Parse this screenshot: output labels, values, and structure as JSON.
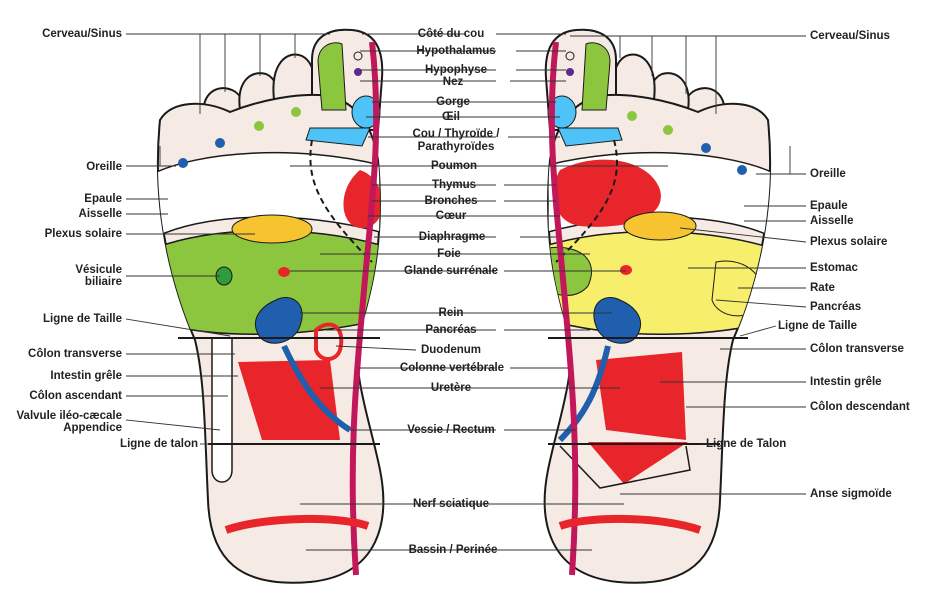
{
  "labels": {
    "left": {
      "cerveau_sinus": "Cerveau/Sinus",
      "oreille": "Oreille",
      "epaule": "Epaule",
      "aisselle": "Aisselle",
      "plexus_solaire": "Plexus solaire",
      "vesicule": "Vésicule",
      "biliaire": "biliaire",
      "ligne_de_taille": "Ligne de Taille",
      "colon_transverse": "Côlon transverse",
      "intestin_grele": "Intestin grêle",
      "colon_ascendant": "Côlon ascendant",
      "valvule": "Valvule iléo-cæcale",
      "appendice": "Appendice",
      "ligne_de_talon": "Ligne de talon"
    },
    "center": {
      "cote_du_cou": "Côté du cou",
      "hypothalamus": "Hypothalamus",
      "hypophyse": "Hypophyse",
      "nez": "Nez",
      "gorge": "Gorge",
      "oeil": "Œil",
      "cou_thyroide": "Cou / Thyroïde /",
      "parathyroides": "Parathyroïdes",
      "poumon": "Poumon",
      "thymus": "Thymus",
      "bronches": "Bronches",
      "coeur": "Cœur",
      "diaphragme": "Diaphragme",
      "foie": "Foie",
      "glande_surrenale": "Glande surrénale",
      "rein": "Rein",
      "pancreas": "Pancréas",
      "duodenum": "Duodenum",
      "colonne": "Colonne vertébrale",
      "uretere": "Uretère",
      "vessie": "Vessie / Rectum",
      "nerf_sciatique": "Nerf sciatique",
      "bassin": "Bassin / Perinée"
    },
    "right": {
      "cerveau_sinus": "Cerveau/Sinus",
      "oreille": "Oreille",
      "epaule": "Epaule",
      "aisselle": "Aisselle",
      "plexus_solaire": "Plexus solaire",
      "estomac": "Estomac",
      "rate": "Rate",
      "pancreas": "Pancréas",
      "ligne_de_taille": "Ligne de Taille",
      "colon_transverse": "Côlon transverse",
      "intestin_grele": "Intestin grêle",
      "colon_descendant": "Côlon descendant",
      "ligne_de_talon": "Ligne de Talon",
      "anse_sigmoide": "Anse sigmoïde"
    }
  },
  "colors": {
    "foot_fill": "#f6ebe4",
    "outline": "#1a1a1a",
    "spine": "#c2185b",
    "kidney": "#1f5fae",
    "red_zone": "#e8252a",
    "green_zone": "#8cc63f",
    "yellow_zone": "#f7ee6b",
    "orange_zone": "#f6c431",
    "cyan_zone": "#4fc3f7"
  }
}
